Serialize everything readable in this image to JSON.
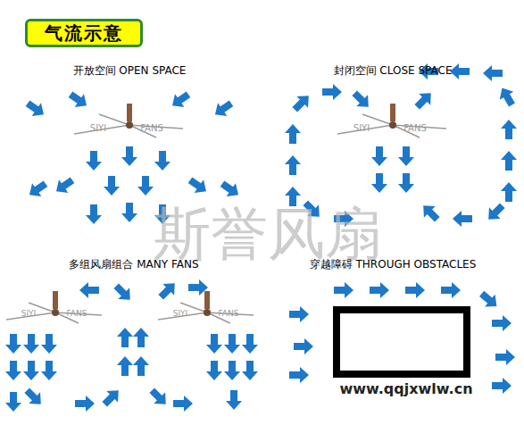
{
  "diagram": {
    "title": "气流示意",
    "labels": [
      "开放空间 OPEN SPACE",
      "SIYI",
      "FANS",
      "封闭空间 CLOSE SPACE",
      "SIYI",
      "FANS",
      "斯誉风扇",
      "多组风扇组合 MANY FANS",
      "SIYI",
      "FANS",
      "SIYI",
      "FANS",
      "穿越障碍 THROUGH OBSTACLES",
      "www.qqjxwlw.cn"
    ]
  }
}
